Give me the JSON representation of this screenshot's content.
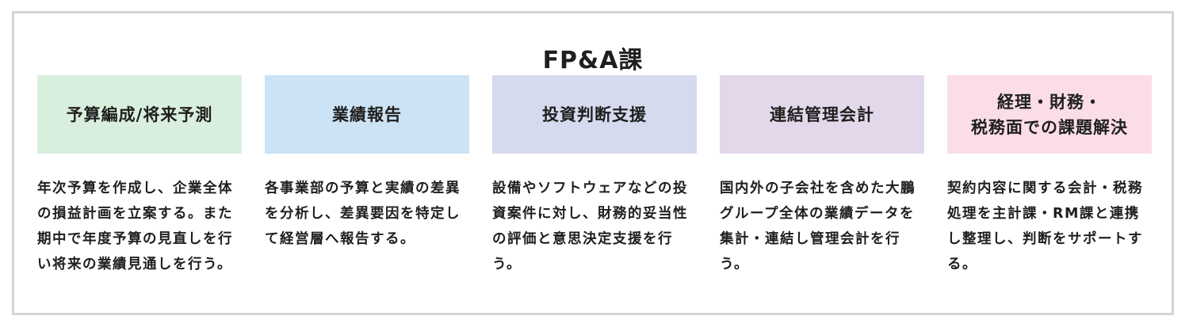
{
  "title": "FP&A課",
  "columns": [
    {
      "label": "予算編成/将来予測",
      "color": "#d8efdd",
      "description": "年次予算を作成し、企業全体の損益計画を立案する。また期中で年度予算の見直しを行い将来の業績見通しを行う。"
    },
    {
      "label": "業績報告",
      "color": "#cbe3f4",
      "description": "各事業部の予算と実績の差異を分析し、差異要因を特定して経営層へ報告する。"
    },
    {
      "label": "投資判断支援",
      "color": "#d6daee",
      "description": "設備やソフトウェアなどの投資案件に対し、財務的妥当性の評価と意思決定支援を行う。"
    },
    {
      "label": "連結管理会計",
      "color": "#e2d8ea",
      "description": "国内外の子会社を含めた大鵬グループ全体の業績データを集計・連結し管理会計を行う。"
    },
    {
      "label": "経理・財務・\n税務面での課題解決",
      "color": "#fbdde8",
      "description": "契約内容に関する会計・税務処理を主計課・RM課と連携し整理し、判断をサポートする。"
    }
  ]
}
